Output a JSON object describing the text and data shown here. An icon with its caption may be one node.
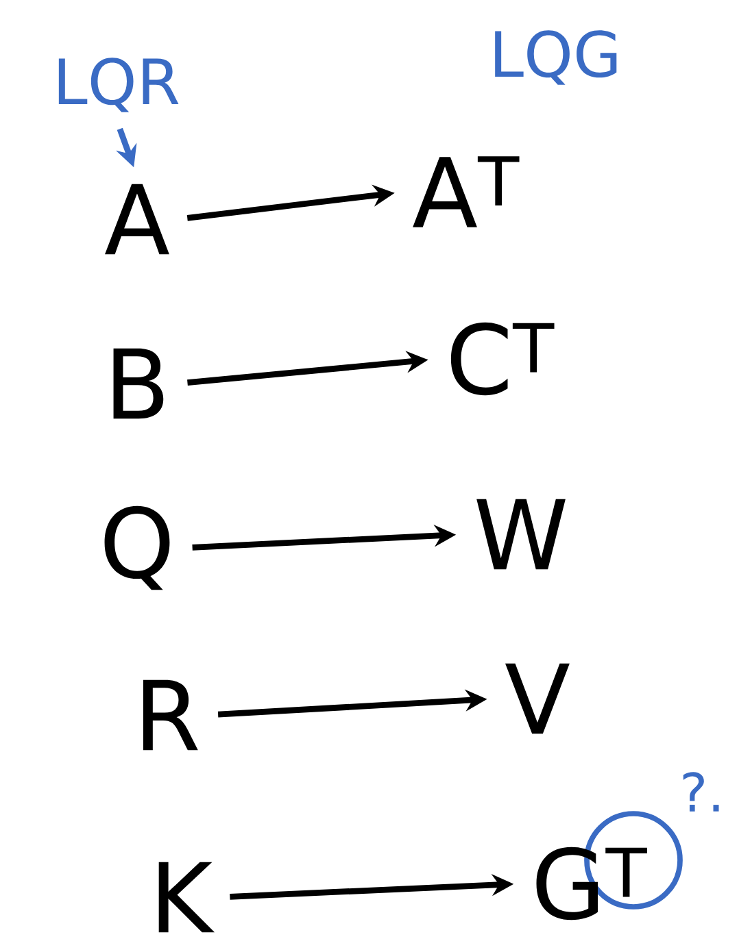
{
  "diagram": {
    "nodes": [
      {
        "text": [
          "LQR"
        ]
      },
      {
        "text": [
          "A"
        ]
      },
      {
        "text": [
          "A$^{T}$"
        ]
      },
      {
        "text": [
          "B"
        ]
      },
      {
        "text": [
          "C$^{T}$"
        ]
      },
      {
        "text": [
          "Q"
        ]
      },
      {
        "text": [
          "W"
        ]
      },
      {
        "text": [
          "R"
        ]
      },
      {
        "text": [
          "V"
        ]
      },
      {
        "text": [
          "K"
        ]
      },
      {
        "text": [
          "G$^{T}$"
        ]
      }
    ],
    "edges": [
      {
        "from": 0,
        "to": 1,
        "arrow": "to",
        "color": "#3a6bc4"
      },
      {
        "from": 1,
        "to": 2,
        "arrow": "to"
      },
      {
        "from": 3,
        "to": 4,
        "arrow": "to"
      },
      {
        "from": 5,
        "to": 6,
        "arrow": "to"
      },
      {
        "from": 7,
        "to": 8,
        "arrow": "to"
      },
      {
        "from": 9,
        "to": 10,
        "arrow": "to"
      }
    ],
    "labels": [
      "LQG",
      "?."
    ]
  }
}
